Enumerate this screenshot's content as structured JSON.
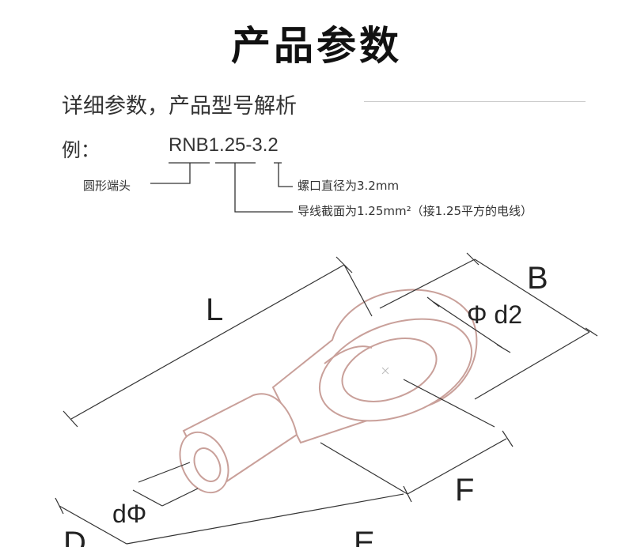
{
  "title": "产品参数",
  "subtitle": "详细参数，产品型号解析",
  "example": {
    "label": "例：",
    "model": "RNB1.25-3.2",
    "notes": {
      "ring": "圆形端头",
      "screw": "螺口直径为3.2mm",
      "wire": "导线截面为1.25mm²（接1.25平方的电线）"
    }
  },
  "dimensions": {
    "L": "L",
    "B": "B",
    "d2": "Φ d2",
    "F": "F",
    "d": "dΦ",
    "D": "D",
    "E": "E"
  }
}
